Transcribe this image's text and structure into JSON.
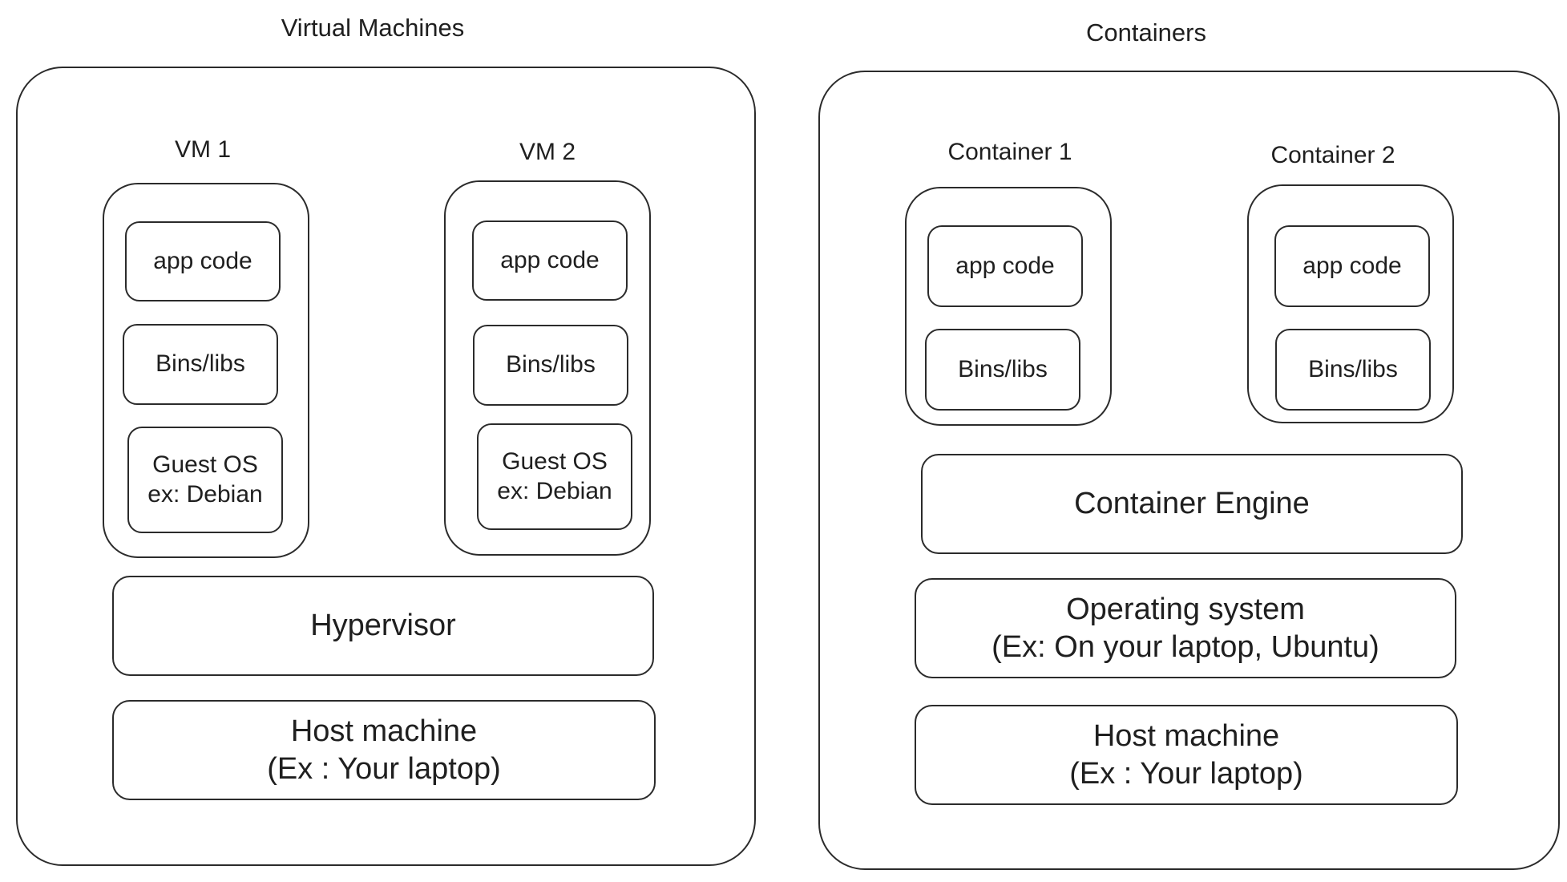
{
  "virtual_machines": {
    "title": "Virtual Machines",
    "vms": [
      {
        "title": "VM 1",
        "app_code": "app code",
        "bins_libs": "Bins/libs",
        "guest_os": [
          "Guest OS",
          "ex: Debian"
        ]
      },
      {
        "title": "VM 2",
        "app_code": "app code",
        "bins_libs": "Bins/libs",
        "guest_os": [
          "Guest OS",
          "ex: Debian"
        ]
      }
    ],
    "hypervisor": "Hypervisor",
    "host_machine": [
      "Host machine",
      "(Ex : Your laptop)"
    ]
  },
  "containers": {
    "title": "Containers",
    "items": [
      {
        "title": "Container 1",
        "app_code": "app code",
        "bins_libs": "Bins/libs"
      },
      {
        "title": "Container 2",
        "app_code": "app code",
        "bins_libs": "Bins/libs"
      }
    ],
    "engine": "Container Engine",
    "operating_system": [
      "Operating system",
      "(Ex: On your laptop, Ubuntu)"
    ],
    "host_machine": [
      "Host machine",
      "(Ex : Your laptop)"
    ]
  },
  "colors": {
    "stroke": "#2b2b2b",
    "text": "#1f1f1f",
    "background": "#ffffff"
  }
}
